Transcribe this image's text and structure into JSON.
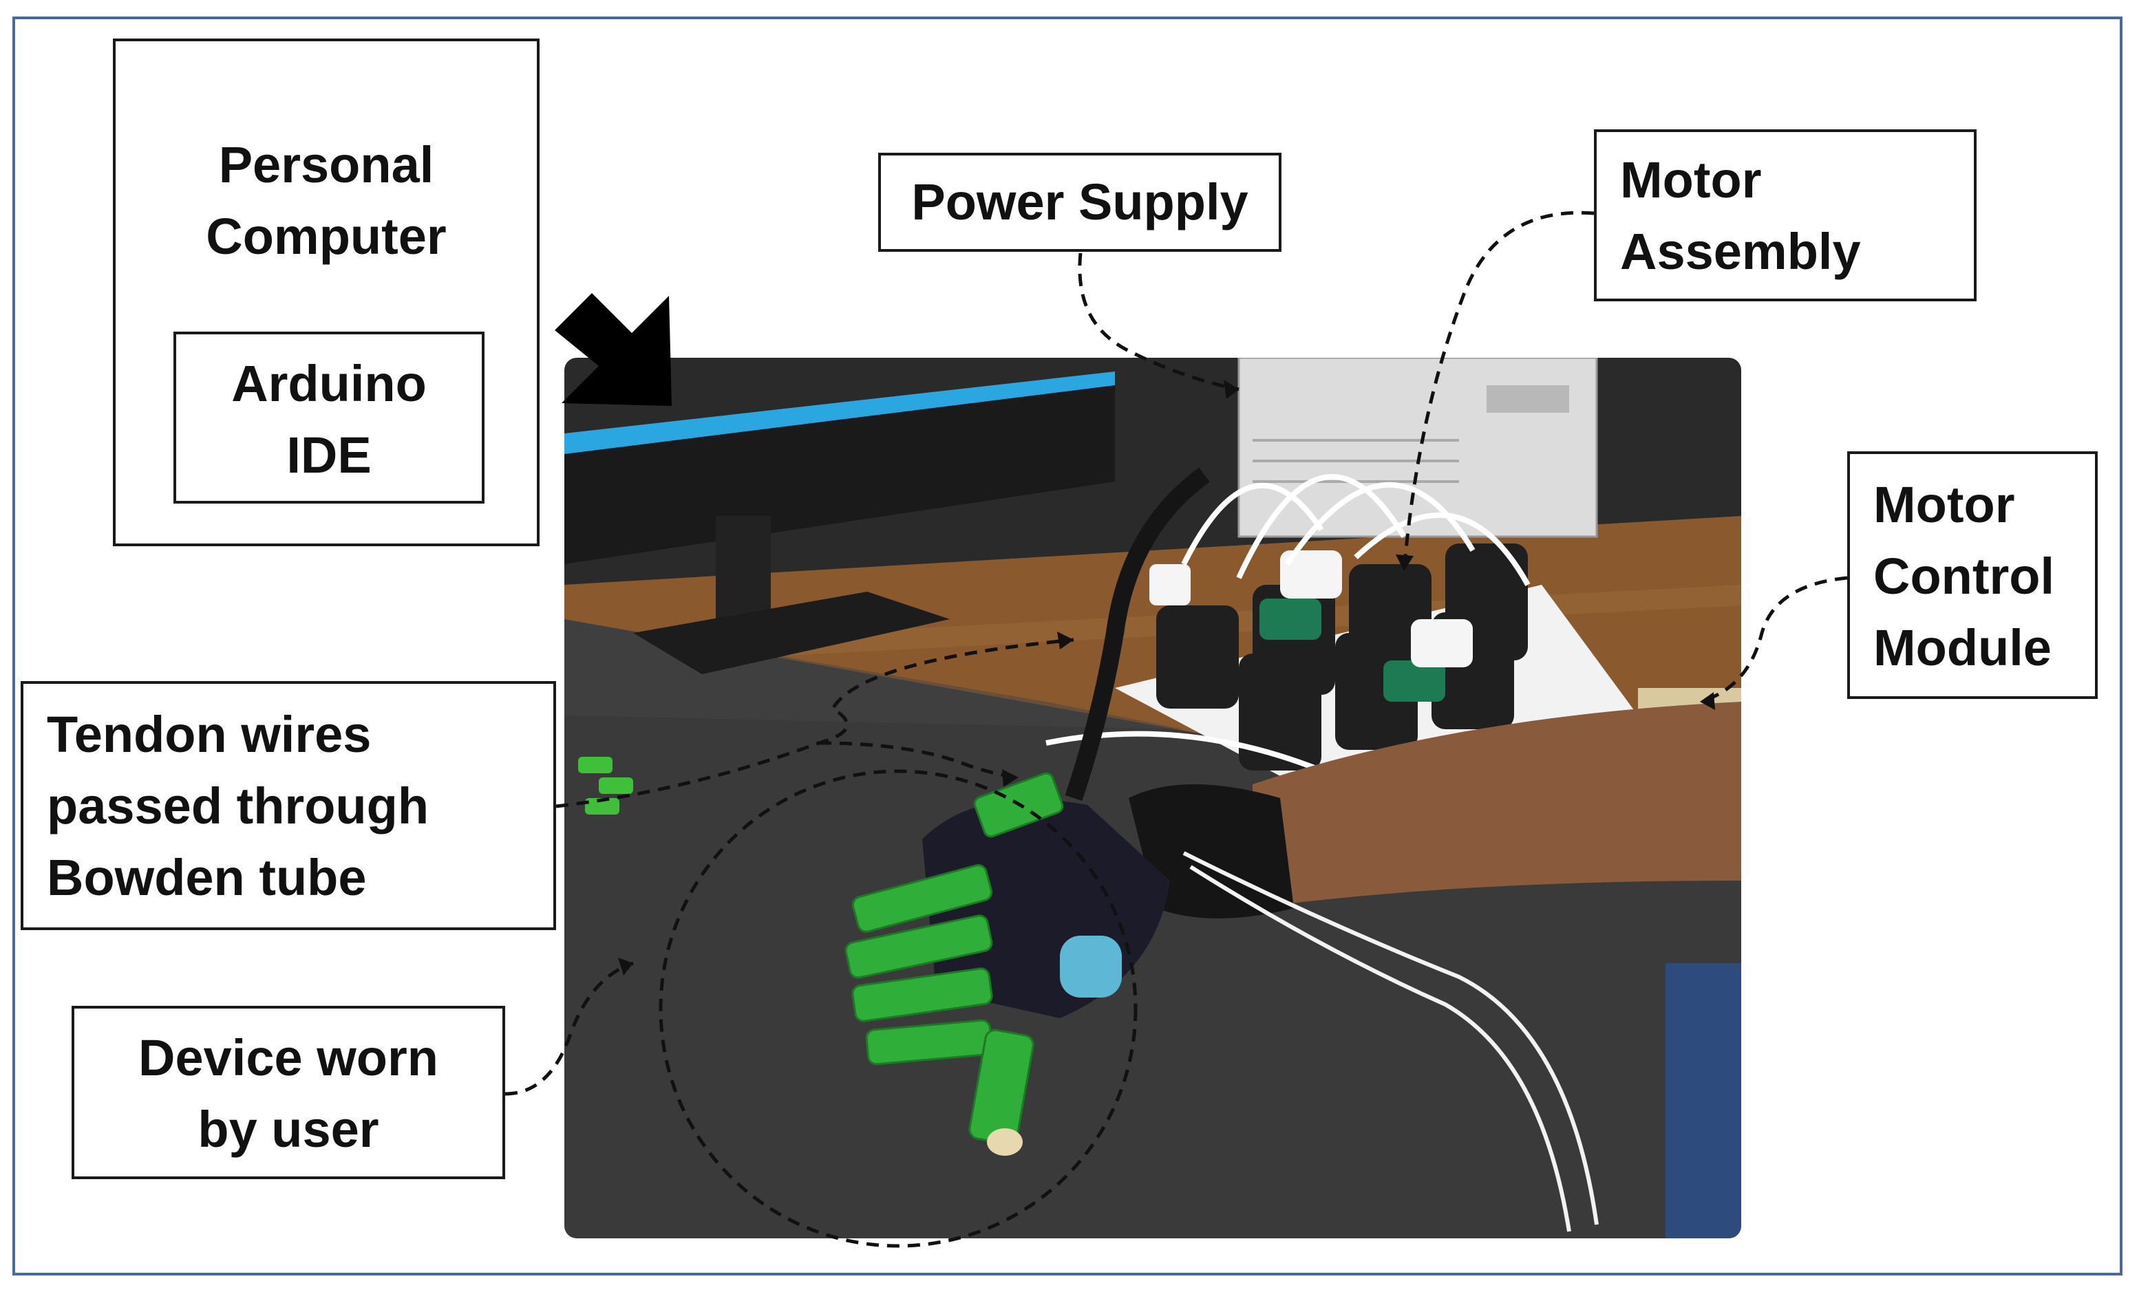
{
  "labels": {
    "personal_computer": {
      "line1": "Personal",
      "line2": "Computer"
    },
    "arduino_ide": {
      "line1": "Arduino",
      "line2": "IDE"
    },
    "power_supply": {
      "line1": "Power Supply"
    },
    "motor_assembly": {
      "line1": "Motor",
      "line2": "Assembly"
    },
    "motor_control_module": {
      "line1": "Motor",
      "line2": "Control",
      "line3": "Module"
    },
    "tendon_wires": {
      "line1": "Tendon wires",
      "line2": "passed through",
      "line3": "Bowden tube"
    },
    "device_worn": {
      "line1": "Device worn",
      "line2": "by user"
    }
  },
  "colors": {
    "frame_border": "#4a6a9c",
    "glove_green": "#2fae3a",
    "table_wood": "#8a5a2e",
    "mat": "#3a3a3a",
    "skin": "#8a5a3c"
  },
  "icons": {
    "pointer_arrow": "black-arrow-icon"
  }
}
